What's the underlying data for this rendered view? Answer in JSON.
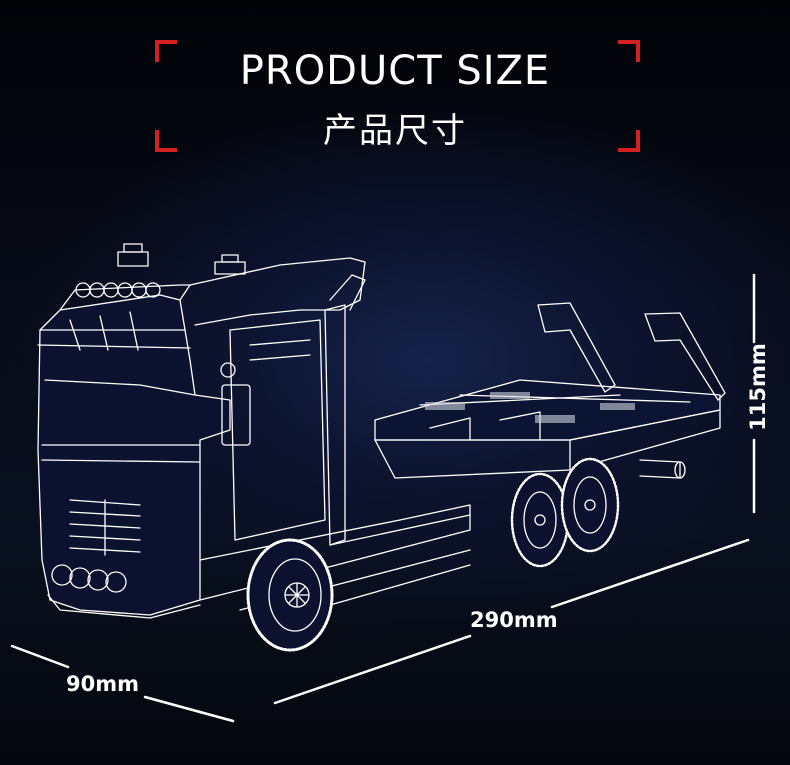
{
  "header": {
    "title_en": "PRODUCT SIZE",
    "title_zh": "产品尺寸",
    "bracket_color": "#d42020"
  },
  "product": {
    "illustration": "truck-wireframe",
    "description": "Flatbed tow truck building-block model, white line drawing on dark navy background"
  },
  "dimensions": {
    "width": "90mm",
    "length": "290mm",
    "height": "115mm"
  },
  "colors": {
    "background": "#05070d",
    "glow": "#16234a",
    "lines": "#ffffff",
    "accent": "#d42020"
  }
}
